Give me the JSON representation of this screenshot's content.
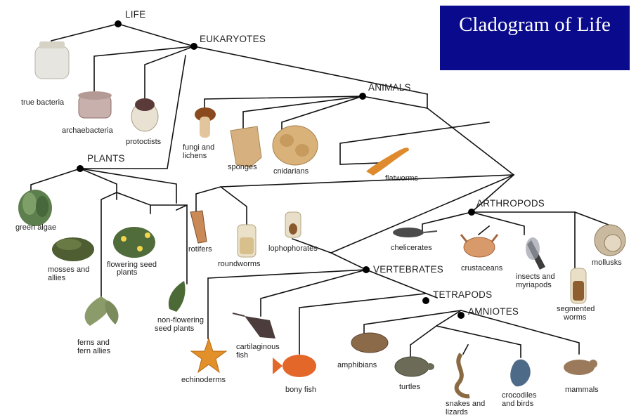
{
  "title": "Cladogram of Life",
  "groups": {
    "life": "LIFE",
    "eukaryotes": "EUKARYOTES",
    "plants": "PLANTS",
    "animals": "ANIMALS",
    "arthropods": "ARTHROPODS",
    "vertebrates": "VERTEBRATES",
    "tetrapods": "TETRAPODS",
    "amniotes": "AMNIOTES"
  },
  "taxa": {
    "true_bacteria": "true bacteria",
    "archaebacteria": "archaebacteria",
    "protoctists": "protoctists",
    "green_algae": "green algae",
    "mosses_1": "mosses and",
    "mosses_2": "allies",
    "ferns_1": "ferns and",
    "ferns_2": "fern allies",
    "flowering_1": "flowering seed",
    "flowering_2": "plants",
    "nonflowering_1": "non-flowering",
    "nonflowering_2": "seed plants",
    "fungi_1": "fungi and",
    "fungi_2": "lichens",
    "sponges": "sponges",
    "cnidarians": "cnidarians",
    "flatworms": "flatworms",
    "rotifers": "rotifers",
    "roundworms": "roundworms",
    "lophophorates": "lophophorates",
    "chelicerates": "chelicerates",
    "crustaceans": "crustaceans",
    "insects_1": "insects and",
    "insects_2": "myriapods",
    "mollusks": "mollusks",
    "segmented_1": "segmented",
    "segmented_2": "worms",
    "echinoderms": "echinoderms",
    "cartilaginous_1": "cartilaginous",
    "cartilaginous_2": "fish",
    "bony_fish": "bony fish",
    "amphibians": "amphibians",
    "turtles": "turtles",
    "snakes_1": "snakes and",
    "snakes_2": "lizards",
    "crocodiles_1": "crocodiles",
    "crocodiles_2": "and birds",
    "mammals": "mammals"
  },
  "colors": {
    "title_bg": "#0a0a8c",
    "title_text": "#ffffff",
    "branch": "#111111",
    "node": "#000000"
  }
}
